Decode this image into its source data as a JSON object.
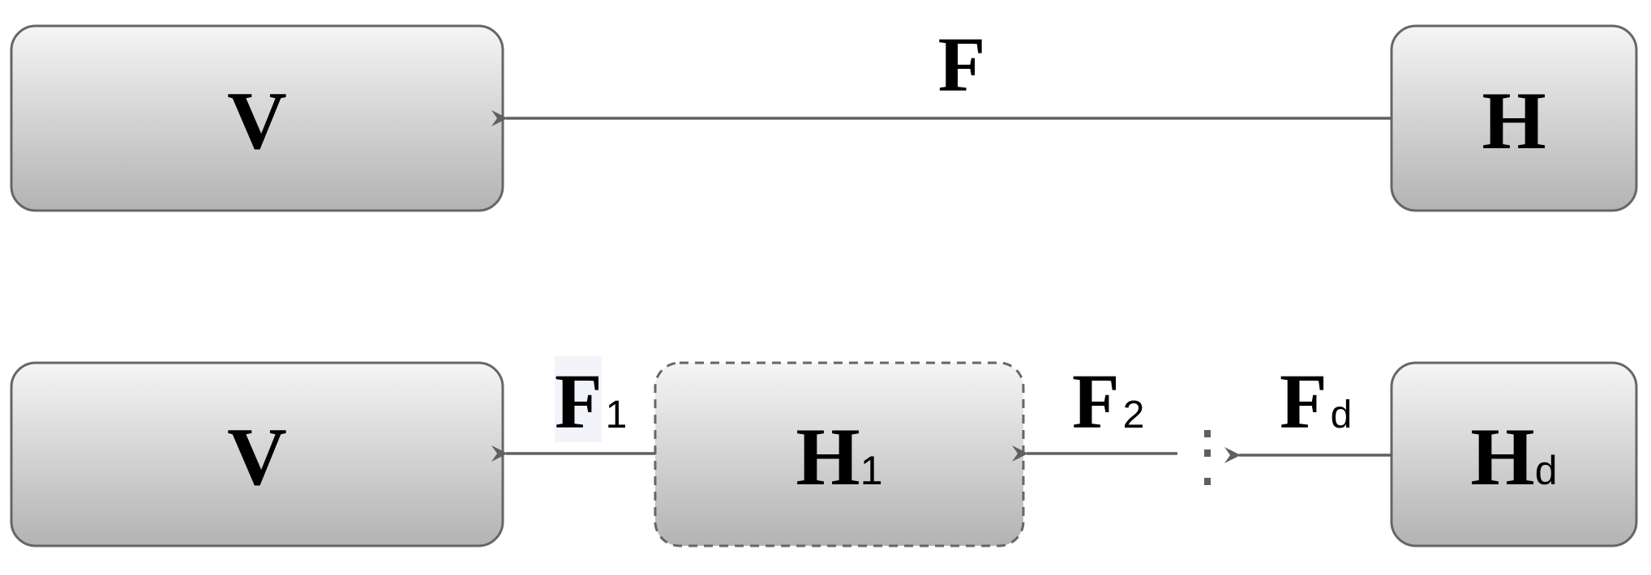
{
  "colors": {
    "box_border": "#666666",
    "box_gradient_top": "#f5f5f5",
    "box_gradient_bottom": "#b3b3b3",
    "arrow": "#606060",
    "label_highlight": "#f2f4fa"
  },
  "top_row": {
    "left_node": "V",
    "right_node": "H",
    "edge_label": "F"
  },
  "bottom_row": {
    "left_node": "V",
    "middle_node": {
      "main": "H",
      "sub": "1"
    },
    "right_node": {
      "main": "H",
      "sub": "d"
    },
    "edge_1": {
      "main": "F",
      "sub": "1"
    },
    "edge_2": {
      "main": "F",
      "sub": "2"
    },
    "edge_d": {
      "main": "F",
      "sub": "d"
    },
    "ellipsis_icon": "vertical-ellipsis"
  }
}
